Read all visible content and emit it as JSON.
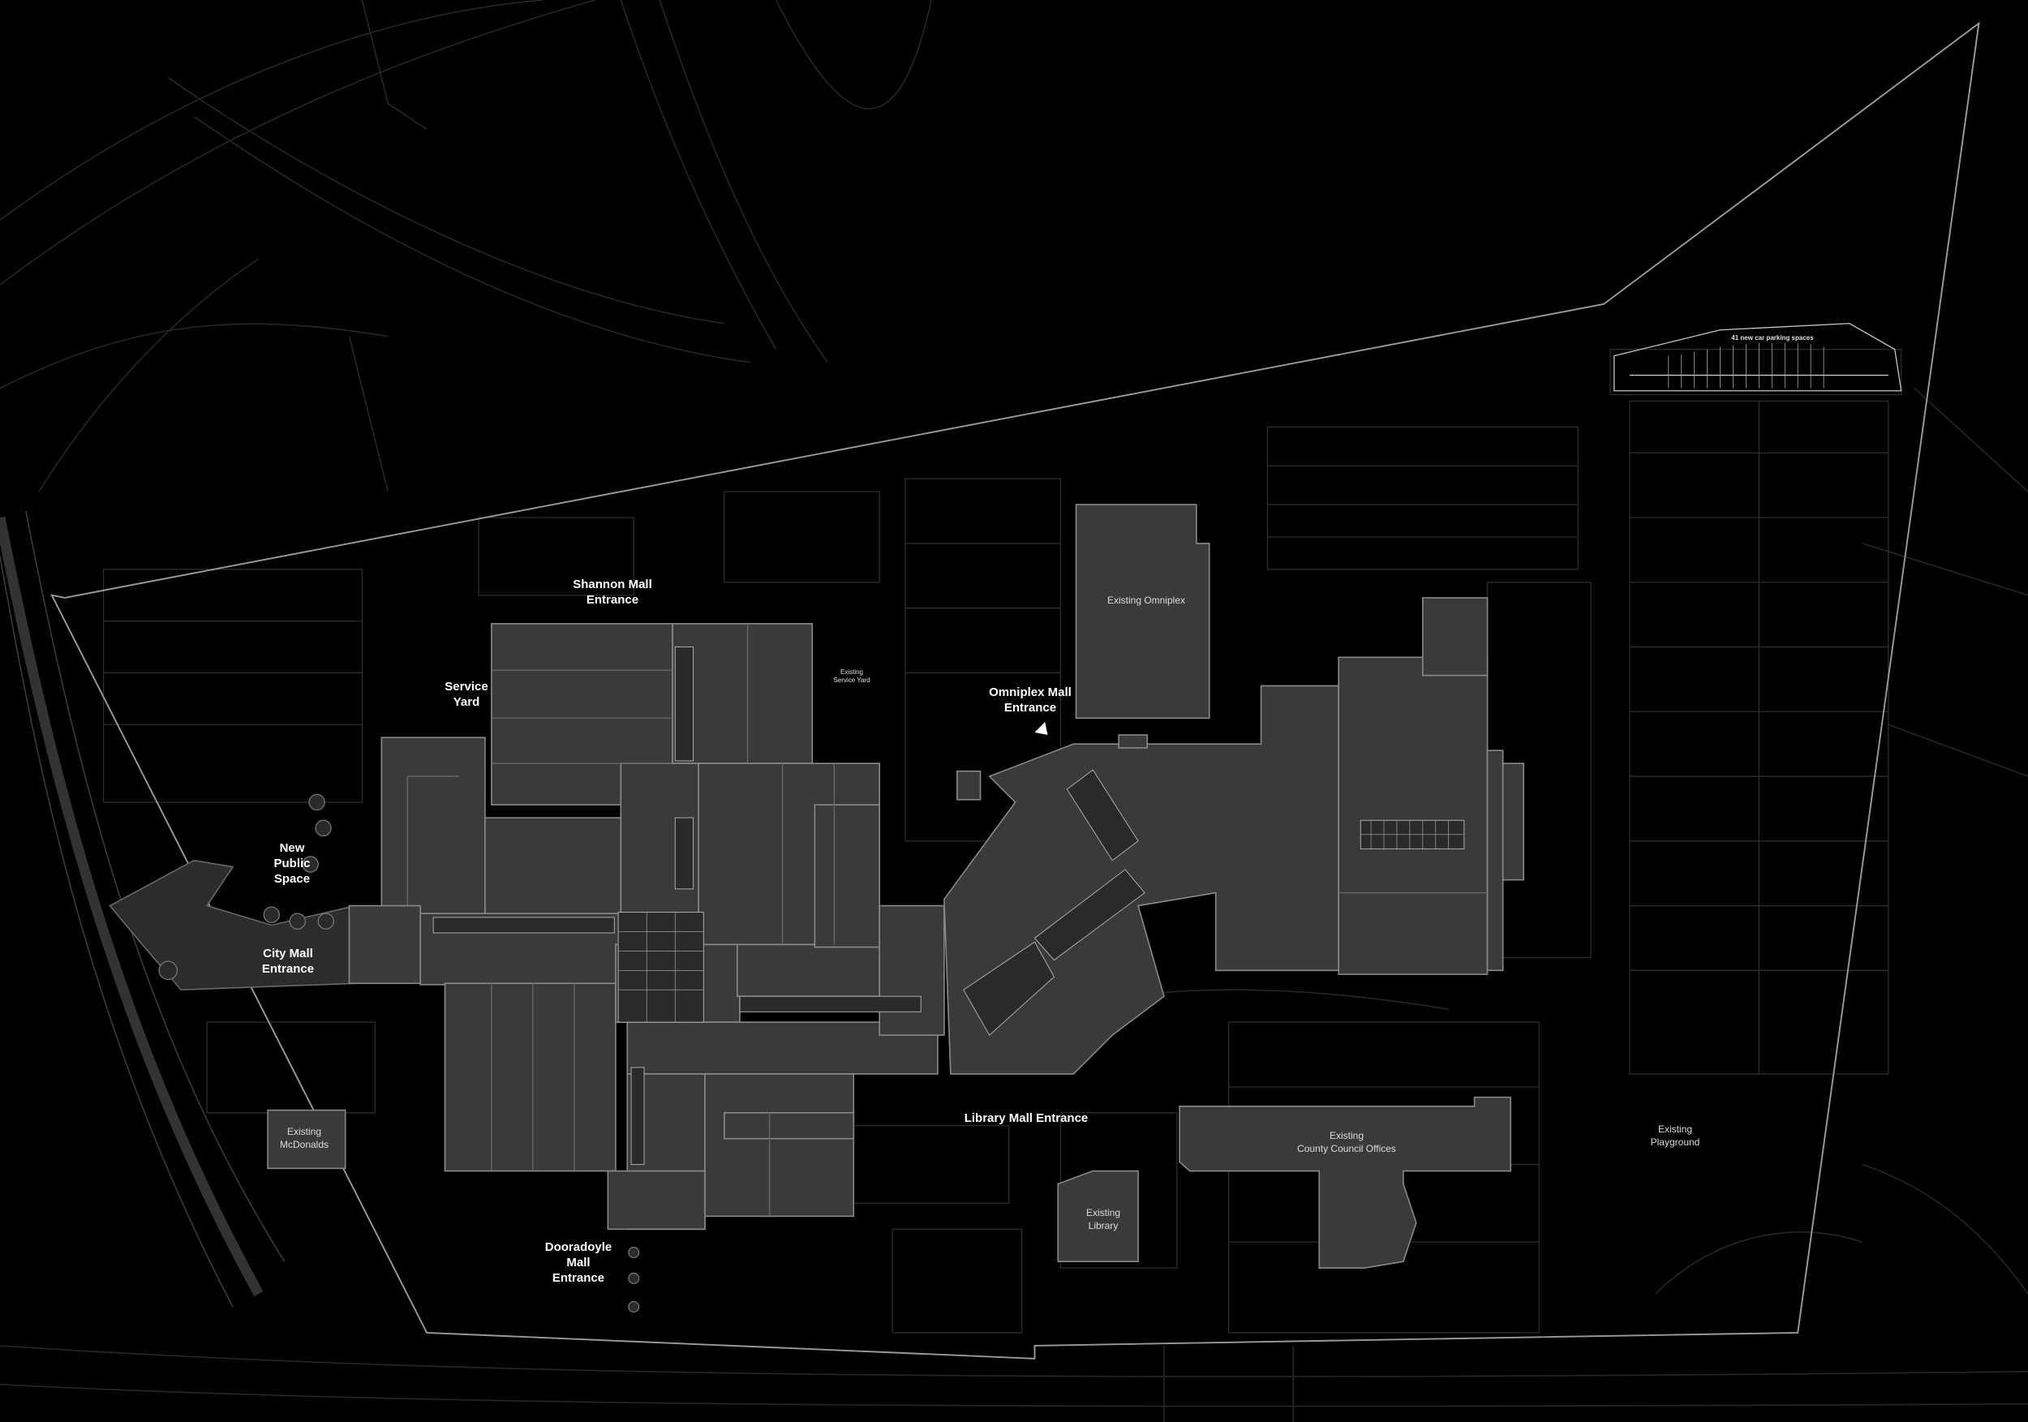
{
  "colors": {
    "background": "#000000",
    "building_fill": "#3a3a3a",
    "building_stroke": "#8a8a8a",
    "boundary": "#a0a0a0",
    "linework": "#2a2a2a",
    "label": "#ffffff"
  },
  "entrances": {
    "shannon_mall": "Shannon Mall\nEntrance",
    "service_yard": "Service\nYard",
    "omniplex_mall": "Omniplex Mall\nEntrance",
    "new_public_space": "New\nPublic\nSpace",
    "city_mall": "City Mall\nEntrance",
    "library_mall": "Library Mall Entrance",
    "dooradoyle_mall": "Dooradoyle\nMall\nEntrance"
  },
  "buildings": {
    "omniplex": "Existing Omniplex",
    "mcdonalds": "Existing\nMcDonalds",
    "library": "Existing\nLibrary",
    "county_council": "Existing\nCounty Council Offices",
    "playground": "Existing\nPlayground"
  },
  "annotations": {
    "existing_service_yard": "Existing\nService Yard",
    "car_parking": "41 new car parking spaces"
  }
}
